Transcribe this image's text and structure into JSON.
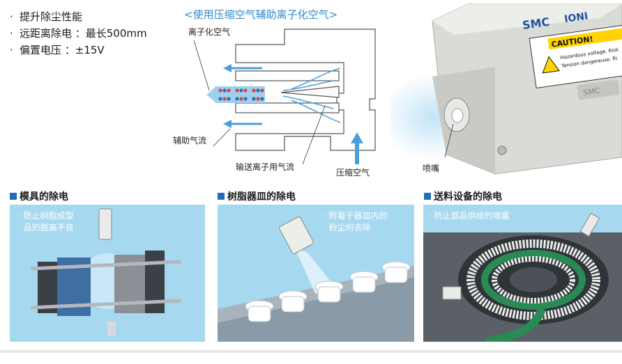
{
  "features": [
    {
      "bullet": "·",
      "text": "提升除尘性能"
    },
    {
      "bullet": "·",
      "text": "远距离除电 ：最长500mm"
    },
    {
      "bullet": "·",
      "text": "偏置电压 ：±15V"
    }
  ],
  "diagram": {
    "title": "<使用压缩空气辅助离子化空气>",
    "labels": {
      "ionized_air": "离子化空气",
      "assist_flow": "辅助气流",
      "transport_air": "输送离子用气流",
      "compressed_air": "压缩空气",
      "nozzle": "喷嘴"
    },
    "colors": {
      "arrow": "#4a9fd8",
      "ion_plus": "#e0443c",
      "ion_minus": "#2c6fb8",
      "body": "#ffffff",
      "outline": "#555555"
    }
  },
  "product": {
    "brand": "SMC",
    "model": "IONI",
    "caution_title": "CAUTION!",
    "caution_lines": [
      "Hazardous voltage. Risk",
      "Tension dangereuse. Ri"
    ],
    "badge": "SMC"
  },
  "applications": [
    {
      "title": "模具的除电",
      "caption": [
        "· 防止树脂成型",
        "  品的脱离不良"
      ]
    },
    {
      "title": "树脂器皿的除电",
      "caption": [
        "· 附着于器皿内的",
        "  粉尘的去除"
      ]
    },
    {
      "title": "送料设备的除电",
      "caption": [
        "· 防止部品供给的堵塞"
      ]
    }
  ],
  "colors": {
    "accent": "#2e8bc9",
    "section_square": "#1f6fb5",
    "panel_bg": "#a6d8f0"
  }
}
